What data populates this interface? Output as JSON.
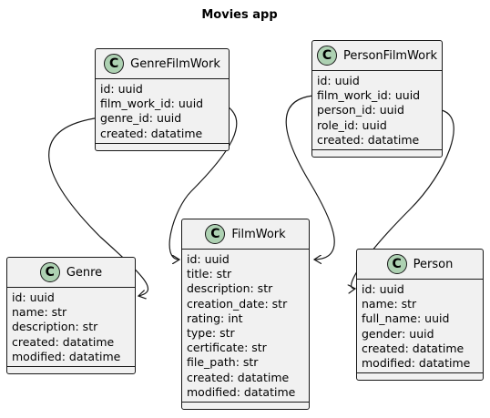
{
  "diagram": {
    "title": "Movies app",
    "badge_letter": "C",
    "classes": {
      "genre_film_work": {
        "name": "GenreFilmWork",
        "fields": [
          "id: uuid",
          "film_work_id: uuid",
          "genre_id: uuid",
          "created: datatime"
        ]
      },
      "person_film_work": {
        "name": "PersonFilmWork",
        "fields": [
          "id: uuid",
          "film_work_id: uuid",
          "person_id: uuid",
          "role_id: uuid",
          "created: datatime"
        ]
      },
      "genre": {
        "name": "Genre",
        "fields": [
          "id: uuid",
          "name: str",
          "description: str",
          "created: datatime",
          "modified: datatime"
        ]
      },
      "film_work": {
        "name": "FilmWork",
        "fields": [
          "id: uuid",
          "title: str",
          "description: str",
          "creation_date: str",
          "rating: int",
          "type: str",
          "certificate: str",
          "file_path: str",
          "created: datatime",
          "modified: datatime"
        ]
      },
      "person": {
        "name": "Person",
        "fields": [
          "id: uuid",
          "name: str",
          "full_name: uuid",
          "gender: uuid",
          "created: datatime",
          "modified: datatime"
        ]
      }
    },
    "colors": {
      "class_fill": "#f1f1f1",
      "badge_fill": "#add1b2",
      "stroke": "#181818"
    }
  }
}
